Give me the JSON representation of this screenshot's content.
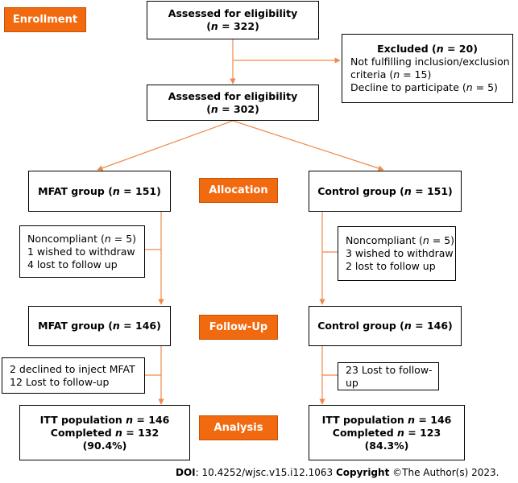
{
  "stage_labels": {
    "enrollment": "Enrollment",
    "allocation": "Allocation",
    "followup": "Follow-Up",
    "analysis": "Analysis"
  },
  "assessed_1": {
    "line1": "Assessed for eligibility",
    "line2_pre": "(",
    "n": "n",
    "line2_post": " = 322)"
  },
  "excluded": {
    "title_pre": "Excluded (",
    "n": "n",
    "title_post": " = 20)",
    "line2": "Not fulfilling inclusion/exclusion",
    "line3_pre": "criteria (",
    "line3_n": "n",
    "line3_post": " = 15)",
    "line4_pre": "Decline to participate (",
    "line4_n": "n",
    "line4_post": " = 5)"
  },
  "assessed_2": {
    "line1": "Assessed for eligibility",
    "line2_pre": "(",
    "n": "n",
    "line2_post": " = 302)"
  },
  "mfat_alloc": {
    "pre": "MFAT group (",
    "n": "n",
    "post": " = 151)"
  },
  "control_alloc": {
    "pre": "Control group (",
    "n": "n",
    "post": " = 151)"
  },
  "mfat_noncomp": {
    "l1_pre": "Noncompliant (",
    "l1_n": "n",
    "l1_post": " = 5)",
    "l2": "1 wished to withdraw",
    "l3": "4 lost to follow up"
  },
  "control_noncomp": {
    "l1_pre": "Noncompliant (",
    "l1_n": "n",
    "l1_post": " = 5)",
    "l2": "3 wished to withdraw",
    "l3": "2 lost to follow up"
  },
  "mfat_follow": {
    "pre": "MFAT group (",
    "n": "n",
    "post": " = 146)"
  },
  "control_follow": {
    "pre": "Control group (",
    "n": "n",
    "post": " = 146)"
  },
  "mfat_lost": {
    "l1": "2 declined to inject MFAT",
    "l2": "12 Lost to follow-up"
  },
  "control_lost": {
    "l1": "23 Lost to follow-up"
  },
  "mfat_analysis": {
    "l1_pre": "ITT population ",
    "l1_n": "n",
    "l1_post": " = 146",
    "l2_pre": "Completed ",
    "l2_n": "n",
    "l2_post": " = 132",
    "l3": "(90.4%)"
  },
  "control_analysis": {
    "l1_pre": "ITT population ",
    "l1_n": "n",
    "l1_post": " = 146",
    "l2_pre": "Completed ",
    "l2_n": "n",
    "l2_post": " = 123",
    "l3": "(84.3%)"
  },
  "footer": {
    "doi_label": "DOI",
    "doi_value": ": 10.4252/wjsc.v15.i12.1063 ",
    "copyright_label": "Copyright",
    "copyright_value": " ©The Author(s) 2023."
  },
  "colors": {
    "accent": "#f26a10",
    "connector": "#f0894a"
  }
}
